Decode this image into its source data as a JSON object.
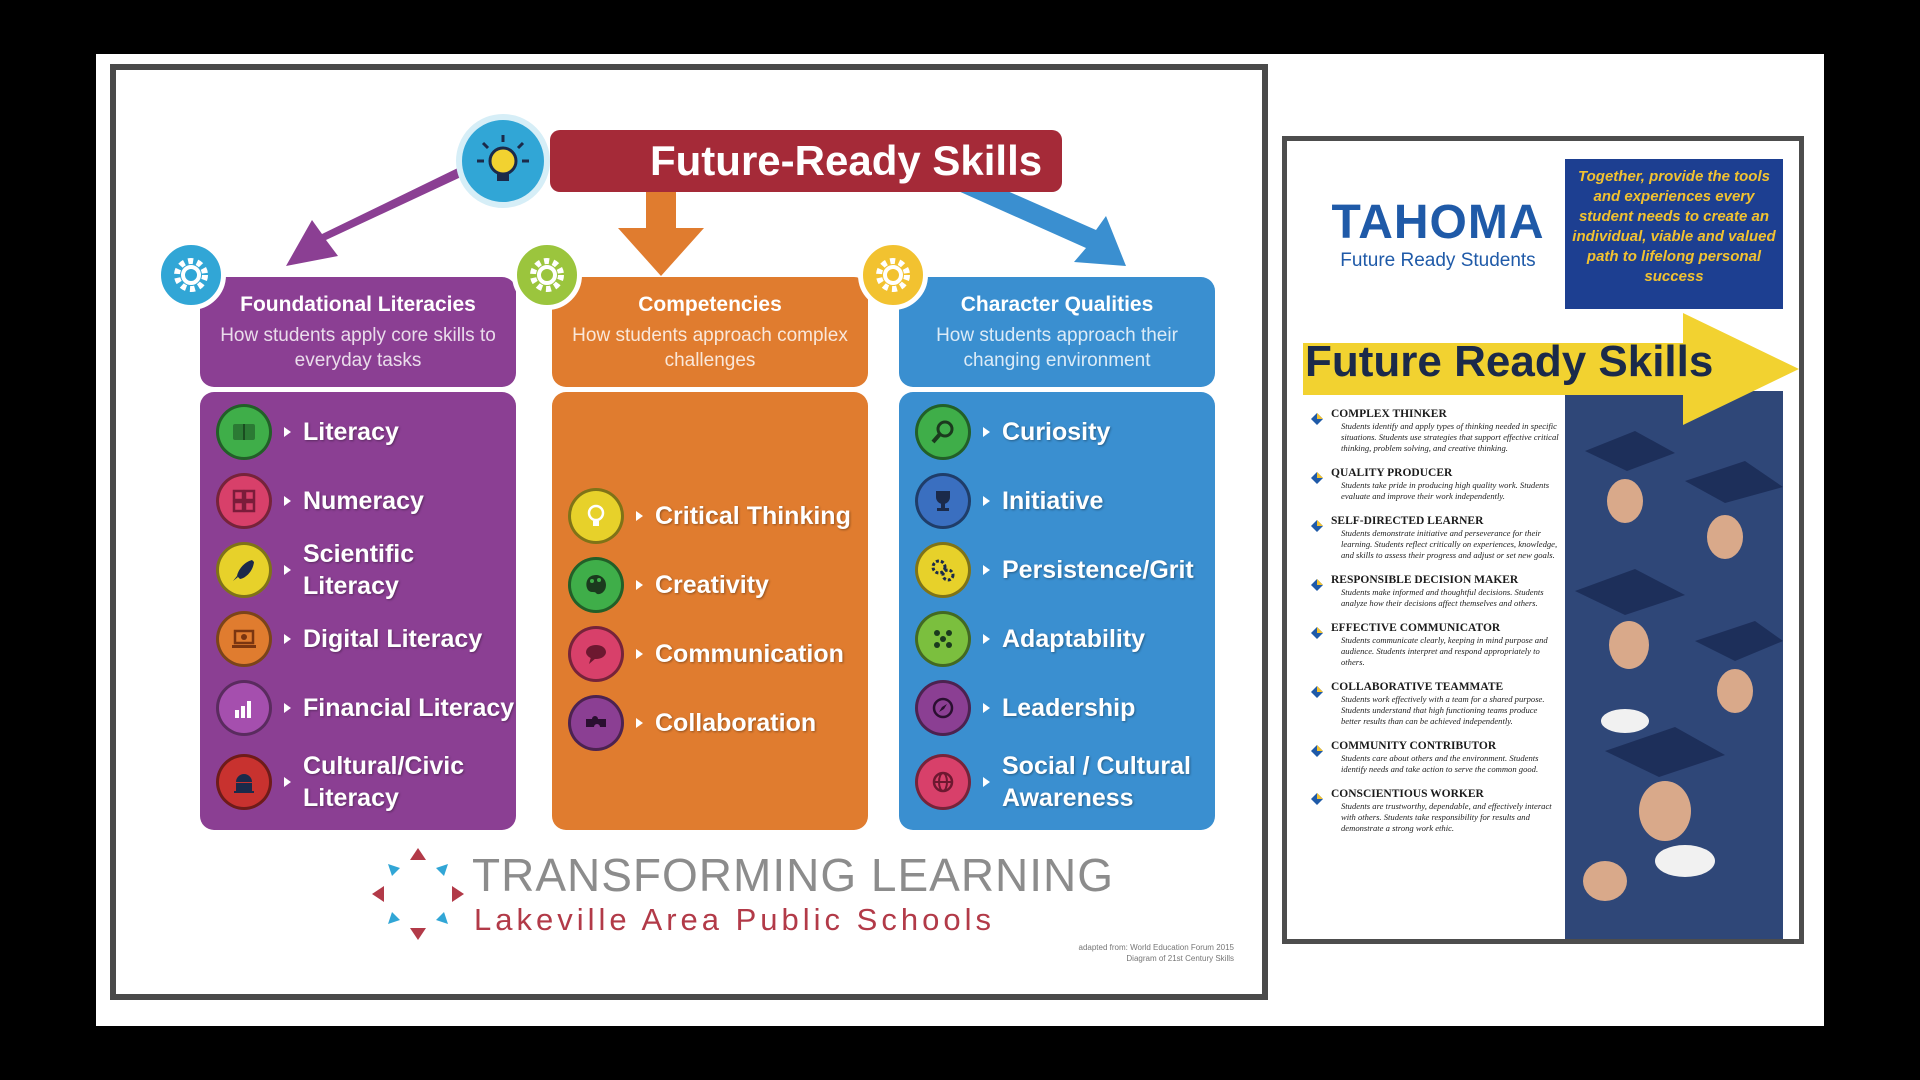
{
  "infographic": {
    "title": "Future-Ready Skills",
    "columns": [
      {
        "heading": "Foundational Literacies",
        "subheading": "How students apply core skills to everyday tasks",
        "color": "#8b3f93",
        "items": [
          {
            "label": "Literacy",
            "icon": "book-icon",
            "icon_color": "#3fae49"
          },
          {
            "label": "Numeracy",
            "icon": "grid-icon",
            "icon_color": "#d8406a"
          },
          {
            "label": "Scientific Literacy",
            "icon": "rocket-icon",
            "icon_color": "#e7d12a"
          },
          {
            "label": "Digital Literacy",
            "icon": "laptop-icon",
            "icon_color": "#e07c2f"
          },
          {
            "label": "Financial Literacy",
            "icon": "bar-chart-icon",
            "icon_color": "#8b3f93"
          },
          {
            "label": "Cultural/Civic Literacy",
            "icon": "capitol-icon",
            "icon_color": "#c8322f"
          }
        ]
      },
      {
        "heading": "Competencies",
        "subheading": "How students approach complex challenges",
        "color": "#e07c2f",
        "items": [
          {
            "label": "Critical Thinking",
            "icon": "lightbulb-icon",
            "icon_color": "#e7d12a"
          },
          {
            "label": "Creativity",
            "icon": "palette-icon",
            "icon_color": "#3fae49"
          },
          {
            "label": "Communication",
            "icon": "speech-bubble-icon",
            "icon_color": "#d8406a"
          },
          {
            "label": "Collaboration",
            "icon": "puzzle-icon",
            "icon_color": "#8b3f93"
          }
        ]
      },
      {
        "heading": "Character Qualities",
        "subheading": "How students approach their changing environment",
        "color": "#3a8fd0",
        "items": [
          {
            "label": "Curiosity",
            "icon": "magnifier-icon",
            "icon_color": "#3fae49"
          },
          {
            "label": "Initiative",
            "icon": "trophy-icon",
            "icon_color": "#3a6fc0"
          },
          {
            "label": "Persistence/Grit",
            "icon": "gears-icon",
            "icon_color": "#e7d12a"
          },
          {
            "label": "Adaptability",
            "icon": "people-icon",
            "icon_color": "#7bbf3e"
          },
          {
            "label": "Leadership",
            "icon": "compass-icon",
            "icon_color": "#8b3f93"
          },
          {
            "label": "Social / Cultural Awareness",
            "icon": "globe-icon",
            "icon_color": "#d8406a"
          }
        ]
      }
    ],
    "logo_line1": "TRANSFORMING LEARNING",
    "logo_line2": "Lakeville Area Public Schools",
    "credit_line1": "adapted from: World Education Forum 2015",
    "credit_line2": "Diagram of 21st Century Skills"
  },
  "poster": {
    "brand": "TAHOMA",
    "brand_sub": "Future Ready Students",
    "tagline": "Together, provide the tools and experiences every student needs to create an individual, viable and valued path to lifelong personal success",
    "banner": "Future Ready Skills",
    "colors": {
      "navy": "#1d3f91",
      "yellow": "#f2d230",
      "brand_blue": "#1f5aa8"
    },
    "skills": [
      {
        "title": "COMPLEX THINKER",
        "desc": "Students identify and apply types of thinking needed in specific situations. Students use strategies that support effective critical thinking, problem solving, and creative thinking."
      },
      {
        "title": "QUALITY PRODUCER",
        "desc": "Students take pride in producing high quality work. Students evaluate and improve their work independently."
      },
      {
        "title": "SELF-DIRECTED LEARNER",
        "desc": "Students demonstrate initiative and perseverance for their learning. Students reflect critically on experiences, knowledge, and skills to assess their progress and adjust or set new goals."
      },
      {
        "title": "RESPONSIBLE DECISION MAKER",
        "desc": "Students make informed and thoughtful decisions. Students analyze how their decisions affect themselves and others."
      },
      {
        "title": "EFFECTIVE COMMUNICATOR",
        "desc": "Students communicate clearly, keeping in mind purpose and audience. Students interpret and respond appropriately to others."
      },
      {
        "title": "COLLABORATIVE TEAMMATE",
        "desc": "Students work effectively with a team for a shared purpose. Students understand that high functioning teams produce better results than can be achieved independently."
      },
      {
        "title": "COMMUNITY CONTRIBUTOR",
        "desc": "Students care about others and the environment. Students identify needs and take action to serve the common good."
      },
      {
        "title": "CONSCIENTIOUS WORKER",
        "desc": "Students are trustworthy, dependable, and effectively interact with others. Students take responsibility for results and demonstrate a strong work ethic."
      }
    ]
  }
}
